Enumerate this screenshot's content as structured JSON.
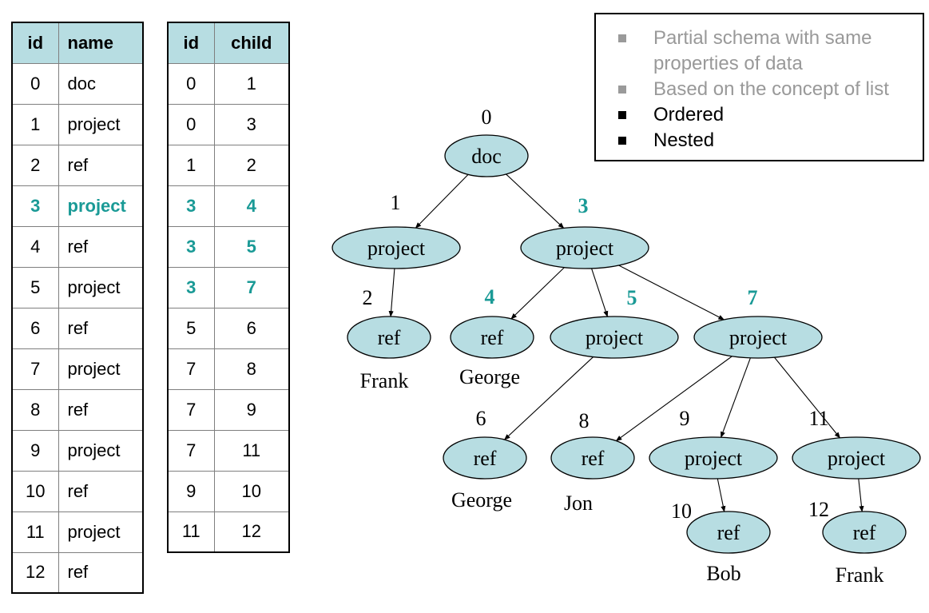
{
  "nodes_table": {
    "headers": [
      "id",
      "name"
    ],
    "rows": [
      {
        "id": "0",
        "name": "doc",
        "highlight": false
      },
      {
        "id": "1",
        "name": "project",
        "highlight": false
      },
      {
        "id": "2",
        "name": "ref",
        "highlight": false
      },
      {
        "id": "3",
        "name": "project",
        "highlight": true
      },
      {
        "id": "4",
        "name": "ref",
        "highlight": false
      },
      {
        "id": "5",
        "name": "project",
        "highlight": false
      },
      {
        "id": "6",
        "name": "ref",
        "highlight": false
      },
      {
        "id": "7",
        "name": "project",
        "highlight": false
      },
      {
        "id": "8",
        "name": "ref",
        "highlight": false
      },
      {
        "id": "9",
        "name": "project",
        "highlight": false
      },
      {
        "id": "10",
        "name": "ref",
        "highlight": false
      },
      {
        "id": "11",
        "name": "project",
        "highlight": false
      },
      {
        "id": "12",
        "name": "ref",
        "highlight": false
      }
    ]
  },
  "edges_table": {
    "headers": [
      "id",
      "child"
    ],
    "rows": [
      {
        "id": "0",
        "child": "1",
        "highlight": false
      },
      {
        "id": "0",
        "child": "3",
        "highlight": false
      },
      {
        "id": "1",
        "child": "2",
        "highlight": false
      },
      {
        "id": "3",
        "child": "4",
        "highlight": true
      },
      {
        "id": "3",
        "child": "5",
        "highlight": true
      },
      {
        "id": "3",
        "child": "7",
        "highlight": true
      },
      {
        "id": "5",
        "child": "6",
        "highlight": false
      },
      {
        "id": "7",
        "child": "8",
        "highlight": false
      },
      {
        "id": "7",
        "child": "9",
        "highlight": false
      },
      {
        "id": "7",
        "child": "11",
        "highlight": false
      },
      {
        "id": "9",
        "child": "10",
        "highlight": false
      },
      {
        "id": "11",
        "child": "12",
        "highlight": false
      }
    ]
  },
  "legend": {
    "items": [
      {
        "text": "Partial schema with same",
        "style": "grey",
        "bullet": true
      },
      {
        "text": "properties of data",
        "style": "grey",
        "bullet": false
      },
      {
        "text": "Based on the concept of list",
        "style": "grey",
        "bullet": true
      },
      {
        "text": "Ordered",
        "style": "black",
        "bullet": true
      },
      {
        "text": "Nested",
        "style": "black",
        "bullet": true
      }
    ]
  },
  "tree": {
    "nodes": [
      {
        "id": "0",
        "label": "doc",
        "value": "",
        "highlight": false
      },
      {
        "id": "1",
        "label": "project",
        "value": "",
        "highlight": false
      },
      {
        "id": "3",
        "label": "project",
        "value": "",
        "highlight": true
      },
      {
        "id": "2",
        "label": "ref",
        "value": "Frank",
        "highlight": false
      },
      {
        "id": "4",
        "label": "ref",
        "value": "George",
        "highlight": true
      },
      {
        "id": "5",
        "label": "project",
        "value": "",
        "highlight": true
      },
      {
        "id": "7",
        "label": "project",
        "value": "",
        "highlight": true
      },
      {
        "id": "6",
        "label": "ref",
        "value": "George",
        "highlight": false
      },
      {
        "id": "8",
        "label": "ref",
        "value": "Jon",
        "highlight": false
      },
      {
        "id": "9",
        "label": "project",
        "value": "",
        "highlight": false
      },
      {
        "id": "11",
        "label": "project",
        "value": "",
        "highlight": false
      },
      {
        "id": "10",
        "label": "ref",
        "value": "Bob",
        "highlight": false
      },
      {
        "id": "12",
        "label": "ref",
        "value": "Frank",
        "highlight": false
      }
    ],
    "edges": [
      [
        "0",
        "1"
      ],
      [
        "0",
        "3"
      ],
      [
        "1",
        "2"
      ],
      [
        "3",
        "4"
      ],
      [
        "3",
        "5"
      ],
      [
        "3",
        "7"
      ],
      [
        "5",
        "6"
      ],
      [
        "7",
        "8"
      ],
      [
        "7",
        "9"
      ],
      [
        "7",
        "11"
      ],
      [
        "9",
        "10"
      ],
      [
        "11",
        "12"
      ]
    ],
    "highlight_color": "#1a9a96",
    "node_fill": "#b7dde2"
  }
}
